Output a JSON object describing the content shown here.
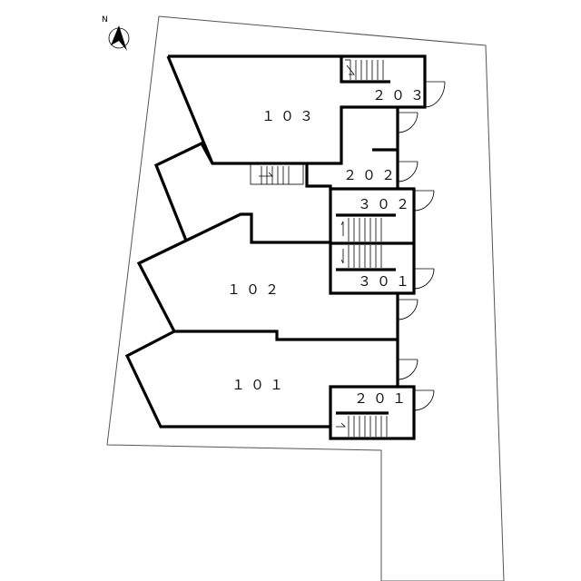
{
  "compass": {
    "label": "N",
    "icon": "north-arrow-icon"
  },
  "units": [
    {
      "id": "101",
      "label": "１０１"
    },
    {
      "id": "102",
      "label": "１０２"
    },
    {
      "id": "103",
      "label": "１０３"
    },
    {
      "id": "201",
      "label": "２０１"
    },
    {
      "id": "202",
      "label": "２０２"
    },
    {
      "id": "203",
      "label": "２０３"
    },
    {
      "id": "301",
      "label": "３０１"
    },
    {
      "id": "302",
      "label": "３０２"
    }
  ]
}
